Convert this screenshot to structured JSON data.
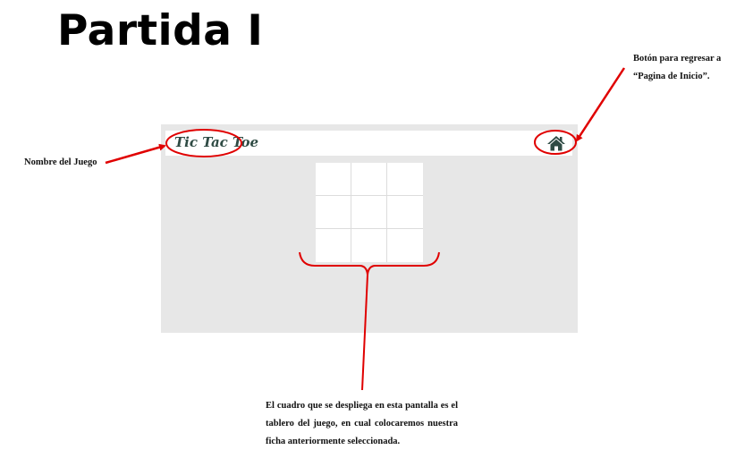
{
  "page": {
    "title": "Partida I"
  },
  "app": {
    "name": "Tic Tac Toe",
    "home_icon": "home-icon",
    "board": {
      "rows": 3,
      "columns": 3,
      "cells": [
        "",
        "",
        "",
        "",
        "",
        "",
        "",
        "",
        ""
      ]
    }
  },
  "annotations": {
    "home_button": "Botón para regresar a “Pagina de Inicio”.",
    "game_name": "Nombre del Juego",
    "board": "El cuadro que se despliega en esta pantalla es el tablero del juego, en cual colocaremos nuestra ficha anteriormente seleccionada."
  },
  "colors": {
    "annotation_red": "#e00000",
    "frame_gray": "#e7e7e7",
    "brand_dark_green": "#2f4b44"
  }
}
